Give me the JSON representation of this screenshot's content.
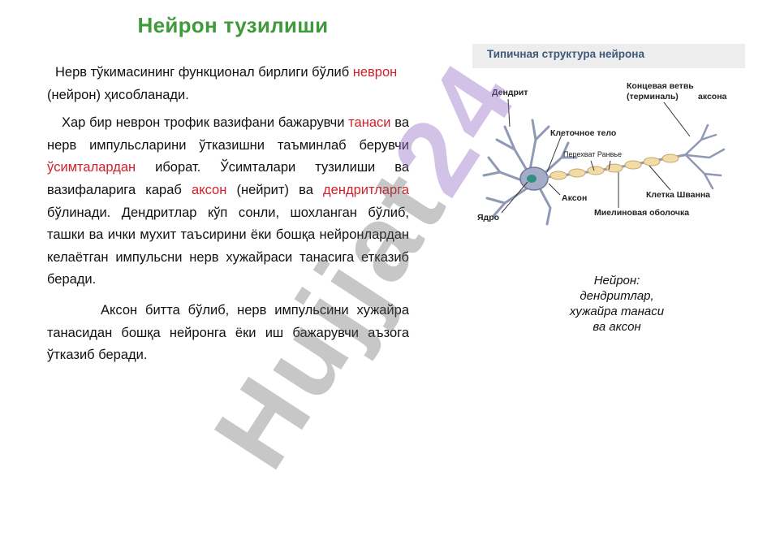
{
  "title": "Нейрон тузилиши",
  "paragraphs": {
    "p1": {
      "a": "Нерв тўкимасининг функционал бирлиги бўлиб ",
      "hl": "неврон",
      "b": " (нейрон) ҳисобланади."
    },
    "p2": {
      "a": "Хар бир неврон трофик вазифани бажарувчи ",
      "hl1": "танаси",
      "b": " ва нерв импульсларини ўтказишни таъминлаб берувчи ",
      "hl2": "ўсимталардан",
      "c": " иборат. Ўсимталари тузилиши ва вазифаларига караб ",
      "hl3": "аксон",
      "d": " (нейрит) ва ",
      "hl4": "дендритларга",
      "e": " бўлинади. Дендритлар кўп сонли, шохланган бўлиб, ташки ва ички мухит таъсирини ёки бошқа нейронлардан келаётган импульсни нерв хужайраси танасига етказиб беради."
    },
    "p3": {
      "text": "Аксон битта бўлиб, нерв импульсини хужайра танасидан бошқа нейронга ёки иш бажарувчи аъзога ўтказиб беради."
    }
  },
  "diagram": {
    "title": "Типичная структура нейрона",
    "labels": {
      "dendrite": "Дендрит",
      "terminal_1": "Концевая ветвь",
      "terminal_2": "(терминаль)",
      "axon_top": "аксона",
      "cell_body": "Клеточное тело",
      "ranvier": "Перехват  Ранвье",
      "axon": "Аксон",
      "schwann": "Клетка Шванна",
      "nucleus": "Ядро",
      "myelin": "Миелиновая оболочка"
    }
  },
  "caption": {
    "line1": "Нейрон:",
    "line2": "дендритлар,",
    "line3": "хужайра  танаси",
    "line4": "ва аксон"
  },
  "watermark": {
    "part1": "Hujjat",
    "part2": "24"
  },
  "colors": {
    "title": "#3f9a3a",
    "highlight": "#d0202a",
    "diagram_title": "#3c5a78"
  }
}
